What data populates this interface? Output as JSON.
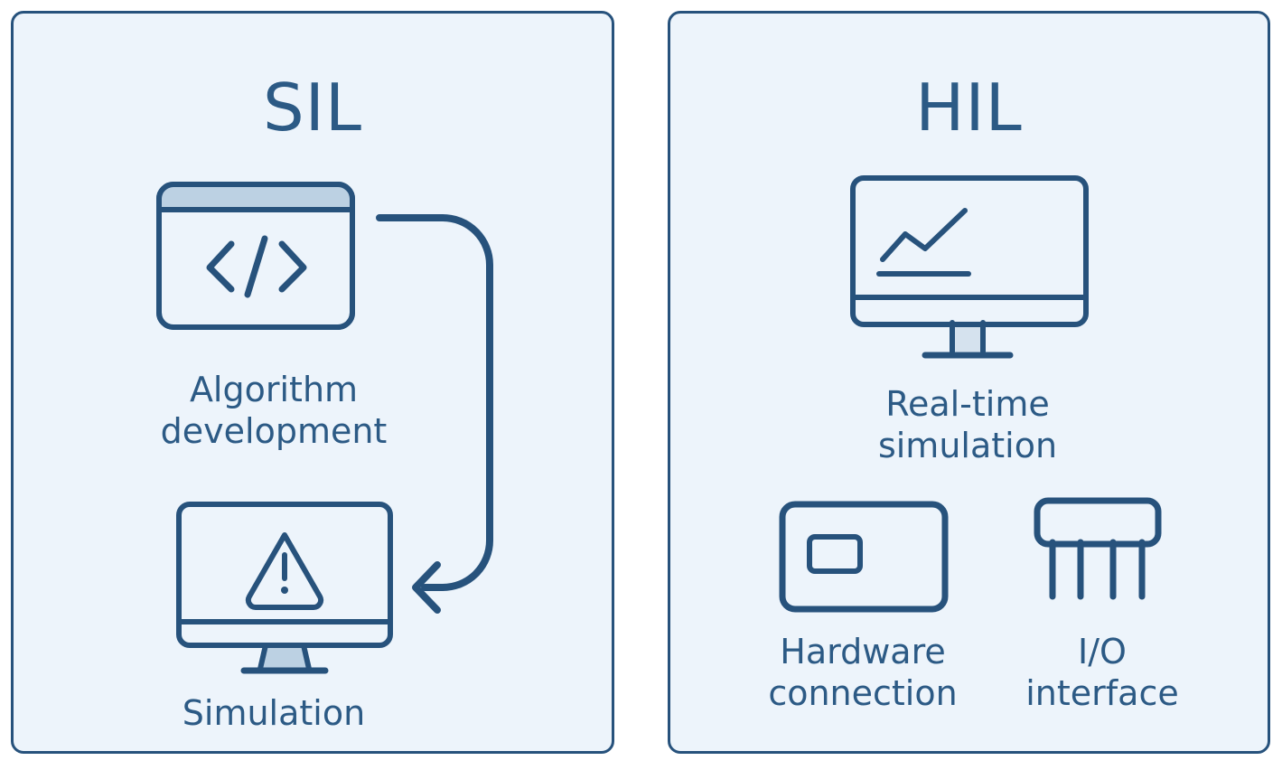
{
  "colors": {
    "outline": "#27527c",
    "text": "#2c5a85",
    "panel_bg": "#edf4fb",
    "icon_fill": "#bcd1e3",
    "stand_fill": "#d5e2ee"
  },
  "sil": {
    "title": "SIL",
    "items": [
      {
        "icon": "code-window-icon",
        "label_line1": "Algorithm",
        "label_line2": "development"
      },
      {
        "icon": "monitor-warning-icon",
        "label_line1": "Simulation"
      }
    ],
    "connector": "curved-arrow-icon"
  },
  "hil": {
    "title": "HIL",
    "items": [
      {
        "icon": "monitor-chart-icon",
        "label_line1": "Real-time",
        "label_line2": "simulation"
      },
      {
        "icon": "hardware-board-icon",
        "label_line1": "Hardware",
        "label_line2": "connection"
      },
      {
        "icon": "io-connector-icon",
        "label_line1": "I/O",
        "label_line2": "interface"
      }
    ]
  }
}
